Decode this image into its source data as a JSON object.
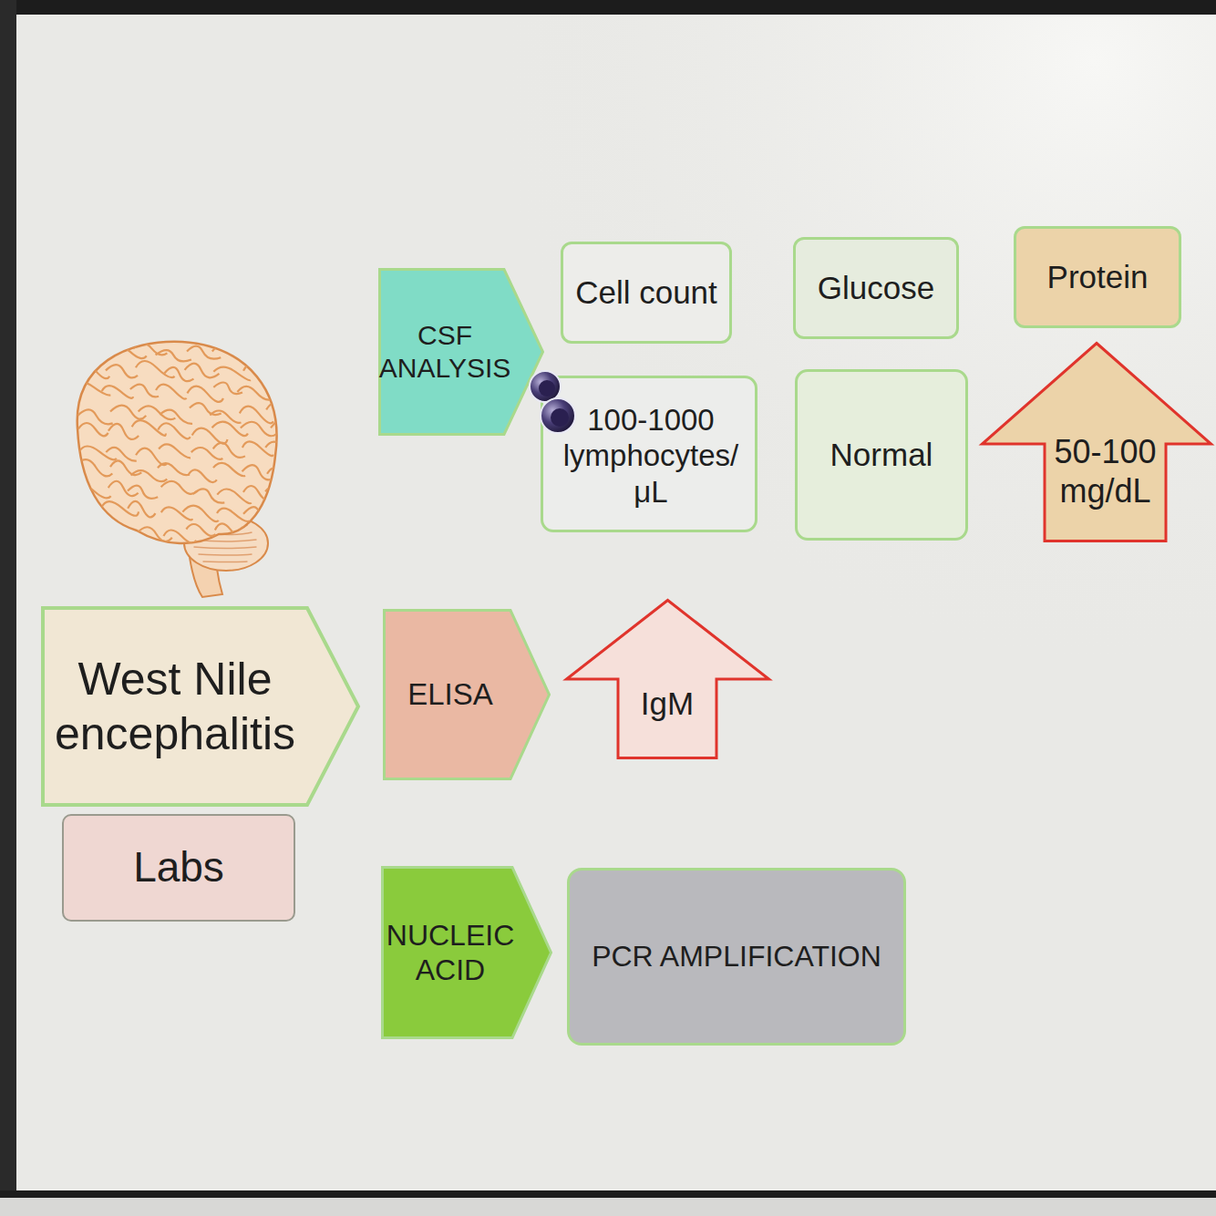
{
  "diagram": {
    "nodes": [
      {
        "text": [
          "West Nile encephalitis"
        ]
      },
      {
        "text": [
          "Labs"
        ]
      },
      {
        "text": [
          "CSF ANALYSIS"
        ]
      },
      {
        "text": [
          "Cell count"
        ]
      },
      {
        "text": [
          "Glucose"
        ]
      },
      {
        "text": [
          "Protein"
        ]
      },
      {
        "text": [
          "100-1000 lymphocytes/μL"
        ]
      },
      {
        "text": [
          "Normal"
        ]
      },
      {
        "text": [
          "50-100 mg/dL"
        ]
      },
      {
        "text": [
          "ELISA"
        ]
      },
      {
        "text": [
          "IgM"
        ]
      },
      {
        "text": [
          "NUCLEIC ACID"
        ]
      },
      {
        "text": [
          "PCR AMPLIFICATION"
        ]
      }
    ]
  }
}
